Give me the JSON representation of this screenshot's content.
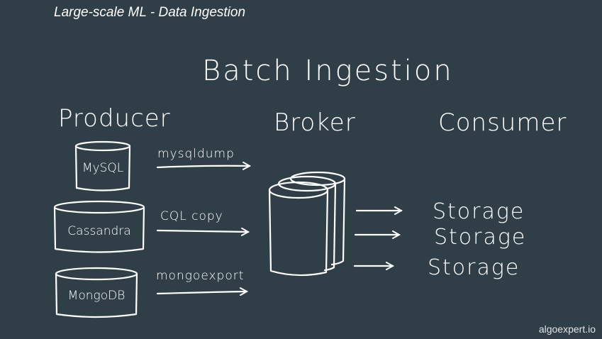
{
  "slide": {
    "title": "Large-scale ML - Data Ingestion",
    "watermark": "algoexpert.io"
  },
  "diagram": {
    "heading": "Batch Ingestion",
    "columns": {
      "producer": "Producer",
      "broker": "Broker",
      "consumer": "Consumer"
    },
    "producers": [
      {
        "label": "MySQL",
        "arrow_label": "mysqldump"
      },
      {
        "label": "Cassandra",
        "arrow_label": "CQL copy"
      },
      {
        "label": "MongoDB",
        "arrow_label": "mongoexport"
      }
    ],
    "consumers": [
      "Storage",
      "Storage",
      "Storage"
    ]
  },
  "colors": {
    "background": "#2f3e47",
    "ink": "#ffffff"
  }
}
